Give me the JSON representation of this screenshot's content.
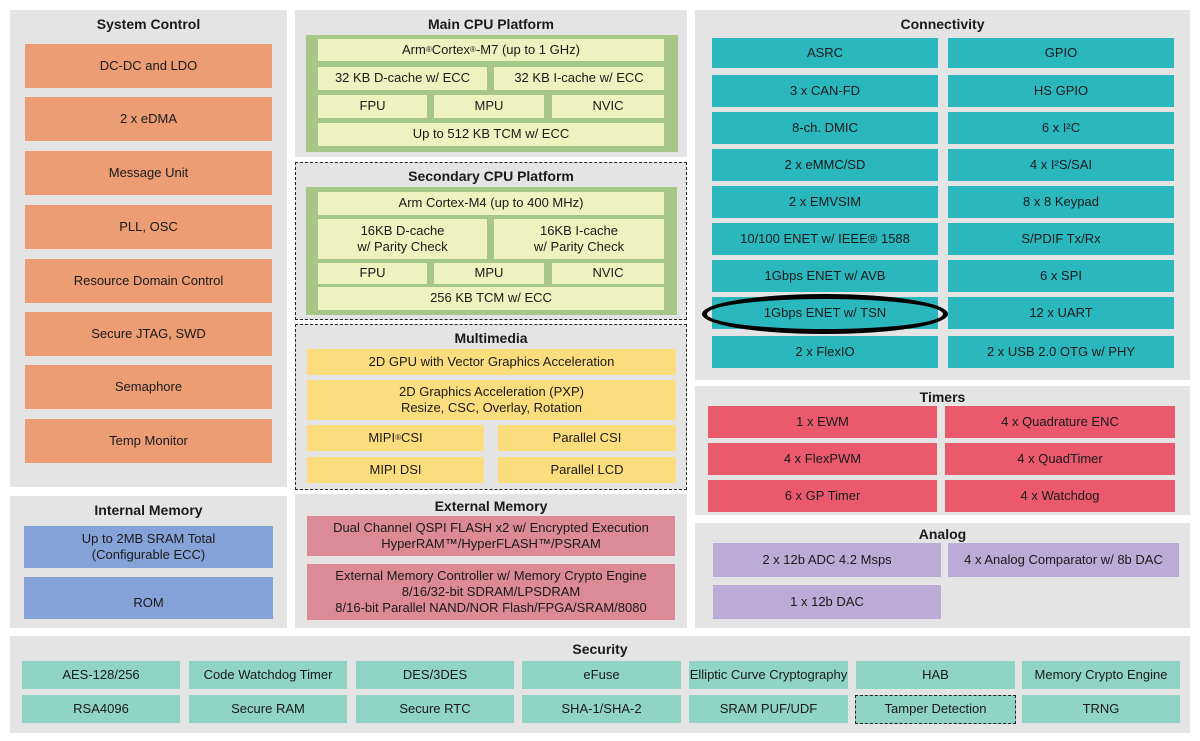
{
  "system_control": {
    "title": "System Control",
    "items": [
      "DC-DC and LDO",
      "2 x eDMA",
      "Message Unit",
      "PLL, OSC",
      "Resource Domain Control",
      "Secure JTAG, SWD",
      "Semaphore",
      "Temp Monitor"
    ]
  },
  "internal_memory": {
    "title": "Internal Memory",
    "sram_line1": "Up to 2MB SRAM Total",
    "sram_line2": "(Configurable ECC)",
    "rom": "ROM"
  },
  "main_cpu": {
    "title": "Main CPU Platform",
    "core_prefix": "Arm",
    "core_sup1": "®",
    "core_mid": " Cortex",
    "core_sup2": "®",
    "core_suffix": "-M7 (up to 1 GHz)",
    "dcache": "32 KB D-cache w/ ECC",
    "icache": "32 KB I-cache w/ ECC",
    "fpu": "FPU",
    "mpu": "MPU",
    "nvic": "NVIC",
    "tcm": "Up to 512 KB TCM w/ ECC"
  },
  "secondary_cpu": {
    "title": "Secondary CPU Platform",
    "core": "Arm Cortex-M4 (up to 400 MHz)",
    "dcache_line1": "16KB D-cache",
    "dcache_line2": "w/ Parity Check",
    "icache_line1": "16KB I-cache",
    "icache_line2": "w/ Parity Check",
    "fpu": "FPU",
    "mpu": "MPU",
    "nvic": "NVIC",
    "tcm": "256 KB TCM w/ ECC"
  },
  "multimedia": {
    "title": "Multimedia",
    "gpu": "2D GPU with Vector Graphics Acceleration",
    "pxp_line1": "2D Graphics Acceleration (PXP)",
    "pxp_line2": "Resize, CSC, Overlay, Rotation",
    "mipi_csi_prefix": "MIPI",
    "mipi_csi_sup": "®",
    "mipi_csi_suffix": " CSI",
    "parallel_csi": "Parallel CSI",
    "mipi_dsi": "MIPI DSI",
    "parallel_lcd": "Parallel LCD"
  },
  "external_memory": {
    "title": "External Memory",
    "qspi_line1": "Dual Channel QSPI FLASH x2 w/ Encrypted Execution",
    "qspi_line2": "HyperRAM™/HyperFLASH™/PSRAM",
    "emc_line1": "External Memory Controller w/ Memory Crypto Engine",
    "emc_line2": "8/16/32-bit SDRAM/LPSDRAM",
    "emc_line3": "8/16-bit Parallel NAND/NOR Flash/FPGA/SRAM/8080"
  },
  "connectivity": {
    "title": "Connectivity",
    "left": [
      "ASRC",
      "3 x CAN-FD",
      "8-ch. DMIC",
      "2 x eMMC/SD",
      "2 x EMVSIM",
      "10/100 ENET w/ IEEE® 1588",
      "1Gbps ENET w/ AVB",
      "1Gbps ENET w/ TSN",
      "2 x FlexIO"
    ],
    "right": [
      "GPIO",
      "HS GPIO",
      "6 x I²C",
      "4 x I²S/SAI",
      "8 x 8 Keypad",
      "S/PDIF Tx/Rx",
      "6 x SPI",
      "12 x UART",
      "2 x USB 2.0 OTG w/ PHY"
    ]
  },
  "timers": {
    "title": "Timers",
    "left": [
      "1 x EWM",
      "4 x FlexPWM",
      "6 x GP Timer"
    ],
    "right": [
      "4 x Quadrature ENC",
      "4 x QuadTimer",
      "4 x Watchdog"
    ]
  },
  "analog": {
    "title": "Analog",
    "adc": "2 x 12b ADC 4.2 Msps",
    "comparator": "4 x Analog Comparator w/ 8b DAC",
    "dac": "1 x 12b DAC"
  },
  "security": {
    "title": "Security",
    "row1": [
      "AES-128/256",
      "Code Watchdog Timer",
      "DES/3DES",
      "eFuse",
      "Elliptic Curve Cryptography",
      "HAB",
      "Memory Crypto Engine"
    ],
    "row2": [
      "RSA4096",
      "Secure RAM",
      "Secure RTC",
      "SHA-1/SHA-2",
      "SRAM PUF/UDF",
      "Tamper Detection",
      "TRNG"
    ]
  },
  "colors": {
    "panel_bg": "#e4e4e4",
    "orange": "#ec9d74",
    "green_frame": "#a6c785",
    "light_green": "#edf2be",
    "yellow": "#fcdd7d",
    "pink": "#dc8a96",
    "blue": "#86a3d9",
    "teal": "#2ab7bd",
    "red": "#ea5a6c",
    "purple": "#bcaad7",
    "mint": "#8fd4c5"
  },
  "highlight": "ellipse around 1Gbps ENET w/ TSN"
}
